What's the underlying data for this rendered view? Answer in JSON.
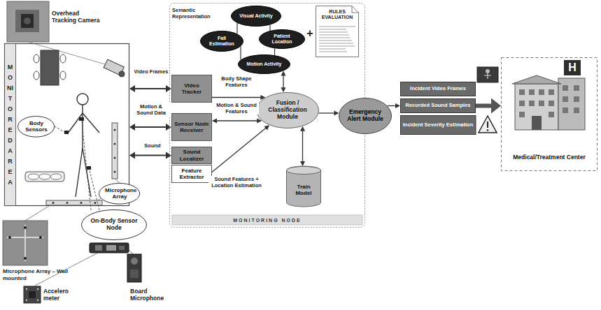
{
  "diagram": {
    "nodes": [
      {
        "text": [
          "MONITORED AREA"
        ]
      },
      {
        "text": [
          "Body Sensors"
        ],
        "in": 0
      },
      {
        "text": [
          "Microphone Array"
        ]
      },
      {
        "text": [
          "On-Body Sensor Node"
        ]
      },
      {
        "text": [
          "MONITORING NODE"
        ]
      },
      {
        "text": [
          "Visual Activity"
        ],
        "in": 4
      },
      {
        "text": [
          "Patient Location"
        ],
        "in": 4
      },
      {
        "text": [
          "Fall Estimation"
        ],
        "in": 4
      },
      {
        "text": [
          "Motion Activity"
        ],
        "in": 4
      },
      {
        "text": [
          "RULES EVALUATION"
        ],
        "in": 4
      },
      {
        "text": [
          "Video Tracker"
        ],
        "in": 4
      },
      {
        "text": [
          "Sensor Node Receiver"
        ],
        "in": 4
      },
      {
        "text": [
          "Sound Localizer"
        ],
        "in": 4
      },
      {
        "text": [
          "Feature Extractor"
        ],
        "in": 4
      },
      {
        "text": [
          "Fusion / Classification Module"
        ],
        "in": 4
      },
      {
        "text": [
          "Train Model"
        ],
        "in": 4
      },
      {
        "text": [
          "Emergency Alert Module"
        ]
      },
      {
        "text": [
          "Incident Video Frames"
        ]
      },
      {
        "text": [
          "Recorded Sound Samples"
        ]
      },
      {
        "text": [
          "Incident Severity Estimation"
        ]
      },
      {
        "text": [
          "Medical/Treatment Center"
        ]
      }
    ],
    "edges": [
      {
        "from": 0,
        "to": 10,
        "label": "Video Frames",
        "arrow": "both"
      },
      {
        "from": 0,
        "to": 11,
        "label": "Motion & Sound Data",
        "arrow": "both"
      },
      {
        "from": 0,
        "to": 12,
        "label": "Sound",
        "arrow": "both"
      },
      {
        "from": 10,
        "to": 14,
        "label": "Body Shape Features",
        "arrow": "to"
      },
      {
        "from": 11,
        "to": 14,
        "label": "Motion & Sound Features",
        "arrow": "both"
      },
      {
        "from": 13,
        "to": 14,
        "label": "Sound Features + Location Estimation",
        "arrow": "to"
      },
      {
        "from": 14,
        "to": 8,
        "arrow": "both"
      },
      {
        "from": 14,
        "to": 15,
        "arrow": "both"
      },
      {
        "from": 14,
        "to": 16,
        "arrow": "to"
      },
      {
        "from": 5,
        "to": 7,
        "arrow": "none"
      },
      {
        "from": 5,
        "to": 6,
        "arrow": "none"
      },
      {
        "from": 6,
        "to": 8,
        "arrow": "none"
      },
      {
        "from": 7,
        "to": 8,
        "arrow": "none"
      },
      {
        "from": 16,
        "to": 18,
        "arrow": "to"
      },
      {
        "from": 18,
        "to": 20,
        "arrow": "to"
      }
    ],
    "labels": [
      "Overhead Tracking Camera",
      "Semantic Representation",
      "+",
      "Microphone Array – Wall mounted",
      "Accelero meter",
      "Board Microphone",
      "H"
    ]
  }
}
